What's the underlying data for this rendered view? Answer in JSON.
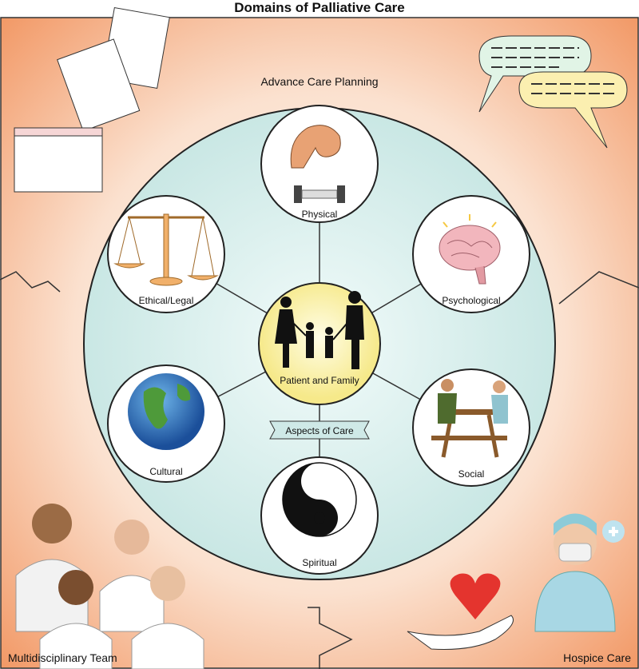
{
  "title": "Domains of Palliative Care",
  "outer_label": "Advance Care Planning",
  "center": {
    "label": "Patient and Family"
  },
  "banner": "Aspects of Care",
  "domains": [
    {
      "label": "Physical",
      "icon": "flexed-arm-dumbbell-icon"
    },
    {
      "label": "Psychological",
      "icon": "brain-icon"
    },
    {
      "label": "Social",
      "icon": "people-at-picnic-table-icon"
    },
    {
      "label": "Spiritual",
      "icon": "yin-yang-icon"
    },
    {
      "label": "Cultural",
      "icon": "globe-icon"
    },
    {
      "label": "Ethical/Legal",
      "icon": "scales-of-justice-icon"
    }
  ],
  "corners": {
    "bottom_left": "Multidisciplinary Team",
    "bottom_right": "Hospice Care"
  },
  "colors": {
    "background_edge": "#f3a373",
    "background_center": "#fdf0e6",
    "big_circle": "#d9efed",
    "center_circle": "#fbf3a6",
    "banner": "#cfe9e7"
  }
}
